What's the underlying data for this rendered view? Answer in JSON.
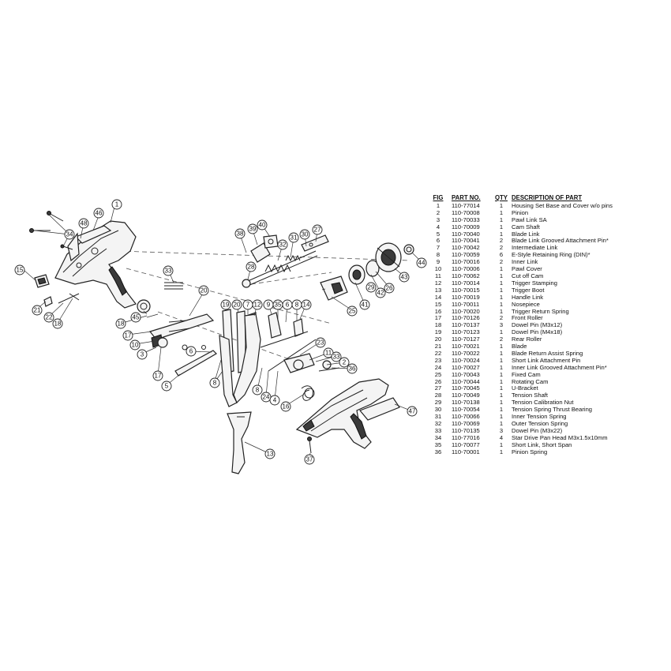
{
  "table": {
    "headers": {
      "fig": "FIG",
      "part_no": "PART NO.",
      "qty": "QTY",
      "description": "DESCRIPTION OF PART"
    },
    "rows": [
      {
        "fig": "1",
        "part": "110-77014",
        "qty": "1",
        "desc": "Housing Set Base and Cover w/o pins"
      },
      {
        "fig": "2",
        "part": "110-70008",
        "qty": "1",
        "desc": "Pinion"
      },
      {
        "fig": "3",
        "part": "110-70033",
        "qty": "1",
        "desc": "Pawl Link SA"
      },
      {
        "fig": "4",
        "part": "110-70009",
        "qty": "1",
        "desc": "Cam Shaft"
      },
      {
        "fig": "5",
        "part": "110-70040",
        "qty": "1",
        "desc": "Blade Link"
      },
      {
        "fig": "6",
        "part": "110-70041",
        "qty": "2",
        "desc": "Blade Link Grooved Attachment Pin*"
      },
      {
        "fig": "7",
        "part": "110-70042",
        "qty": "2",
        "desc": "Intermediate Link"
      },
      {
        "fig": "8",
        "part": "110-70059",
        "qty": "6",
        "desc": "E-Style Retaining Ring (DIN)*"
      },
      {
        "fig": "9",
        "part": "110-70016",
        "qty": "2",
        "desc": "Inner Link"
      },
      {
        "fig": "10",
        "part": "110-70006",
        "qty": "1",
        "desc": "Pawl Cover"
      },
      {
        "fig": "11",
        "part": "110-70062",
        "qty": "1",
        "desc": "Cut off Cam"
      },
      {
        "fig": "12",
        "part": "110-70014",
        "qty": "1",
        "desc": "Trigger Stamping"
      },
      {
        "fig": "13",
        "part": "110-70015",
        "qty": "1",
        "desc": "Trigger Boot"
      },
      {
        "fig": "14",
        "part": "110-70019",
        "qty": "1",
        "desc": "Handle Link"
      },
      {
        "fig": "15",
        "part": "110-70011",
        "qty": "1",
        "desc": "Nosepiece"
      },
      {
        "fig": "16",
        "part": "110-70020",
        "qty": "1",
        "desc": "Trigger Return Spring"
      },
      {
        "fig": "17",
        "part": "110-70126",
        "qty": "2",
        "desc": "Front Roller"
      },
      {
        "fig": "18",
        "part": "110-70137",
        "qty": "3",
        "desc": "Dowel Pin (M3x12)"
      },
      {
        "fig": "19",
        "part": "110-70123",
        "qty": "1",
        "desc": "Dowel Pin (M4x18)"
      },
      {
        "fig": "20",
        "part": "110-70127",
        "qty": "2",
        "desc": "Rear Roller"
      },
      {
        "fig": "21",
        "part": "110-70021",
        "qty": "1",
        "desc": "Blade"
      },
      {
        "fig": "22",
        "part": "110-70022",
        "qty": "1",
        "desc": "Blade Return Assist Spring"
      },
      {
        "fig": "23",
        "part": "110-70024",
        "qty": "1",
        "desc": "Short Link Attachment Pin"
      },
      {
        "fig": "24",
        "part": "110-70027",
        "qty": "1",
        "desc": "Inner Link Grooved Attachment Pin*"
      },
      {
        "fig": "25",
        "part": "110-70043",
        "qty": "1",
        "desc": "Fixed Cam"
      },
      {
        "fig": "26",
        "part": "110-70044",
        "qty": "1",
        "desc": "Rotating Cam"
      },
      {
        "fig": "27",
        "part": "110-70045",
        "qty": "1",
        "desc": "U-Bracket"
      },
      {
        "fig": "28",
        "part": "110-70049",
        "qty": "1",
        "desc": "Tension Shaft"
      },
      {
        "fig": "29",
        "part": "110-70138",
        "qty": "1",
        "desc": "Tension Calibration Nut"
      },
      {
        "fig": "30",
        "part": "110-70054",
        "qty": "1",
        "desc": "Tension Spring Thrust Bearing"
      },
      {
        "fig": "31",
        "part": "110-70066",
        "qty": "1",
        "desc": "Inner Tension Spring"
      },
      {
        "fig": "32",
        "part": "110-70069",
        "qty": "1",
        "desc": "Outer Tension Spring"
      },
      {
        "fig": "33",
        "part": "110-70135",
        "qty": "3",
        "desc": "Dowel Pin (M3x22)"
      },
      {
        "fig": "34",
        "part": "110-77016",
        "qty": "4",
        "desc": "Star Drive Pan Head M3x1.5x10mm"
      },
      {
        "fig": "35",
        "part": "110-70077",
        "qty": "1",
        "desc": "Short Link, Short Span"
      },
      {
        "fig": "36",
        "part": "110-70001",
        "qty": "1",
        "desc": "Pinion Spring"
      }
    ]
  },
  "callouts": [
    "1",
    "2",
    "3",
    "4",
    "5",
    "6",
    "7",
    "8",
    "9",
    "10",
    "11",
    "12",
    "13",
    "14",
    "15",
    "16",
    "17",
    "18",
    "19",
    "20",
    "21",
    "22",
    "23",
    "24",
    "25",
    "26",
    "27",
    "28",
    "29",
    "30",
    "31",
    "32",
    "33",
    "34",
    "35",
    "36",
    "37",
    "38",
    "39",
    "40",
    "41",
    "42",
    "43",
    "44",
    "45",
    "46",
    "47",
    "48"
  ]
}
